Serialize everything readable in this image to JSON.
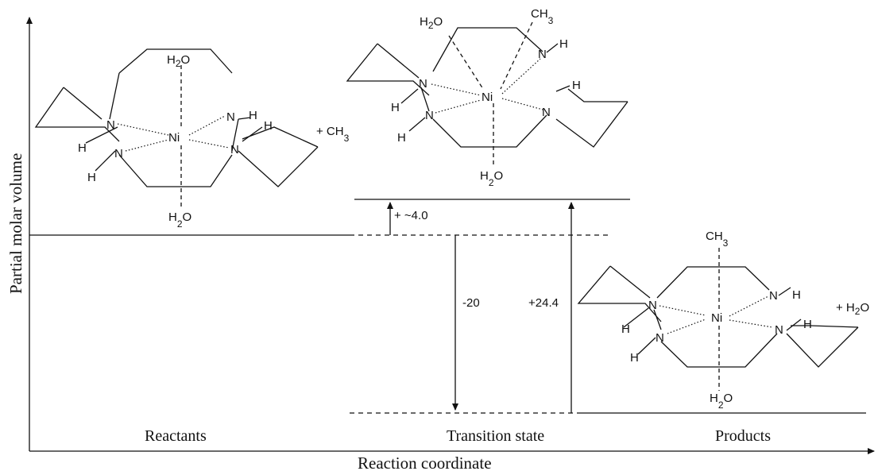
{
  "axes": {
    "x_label": "Reaction coordinate",
    "y_label": "Partial molar volume"
  },
  "states": {
    "reactants": "Reactants",
    "transition": "Transition state",
    "products": "Products"
  },
  "changes": {
    "activation_forward": "+ ~4.0",
    "reaction_volume": "-20",
    "activation_reverse": "+24.4"
  },
  "molecules": {
    "reactant_complex": {
      "metal": "Ni",
      "top_ligand": "H",
      "top_ligand_sub": "2",
      "top_ligand_end": "O",
      "bottom_ligand": "H",
      "bottom_ligand_sub": "2",
      "bottom_ligand_end": "O",
      "n_atom": "N",
      "h_atom": "H",
      "free_species": "+ CH",
      "free_species_sub": "3"
    },
    "transition_complex": {
      "metal": "Ni",
      "ligand_a": "H",
      "ligand_a_sub": "2",
      "ligand_a_end": "O",
      "ligand_b": "CH",
      "ligand_b_sub": "3",
      "bottom_ligand": "H",
      "bottom_ligand_sub": "2",
      "bottom_ligand_end": "O",
      "n_atom": "N",
      "h_atom": "H"
    },
    "product_complex": {
      "metal": "Ni",
      "top_ligand": "CH",
      "top_ligand_sub": "3",
      "bottom_ligand": "H",
      "bottom_ligand_sub": "2",
      "bottom_ligand_end": "O",
      "n_atom": "N",
      "h_atom": "H",
      "free_species": "+ H",
      "free_species_sub": "2",
      "free_species_end": "O"
    }
  }
}
